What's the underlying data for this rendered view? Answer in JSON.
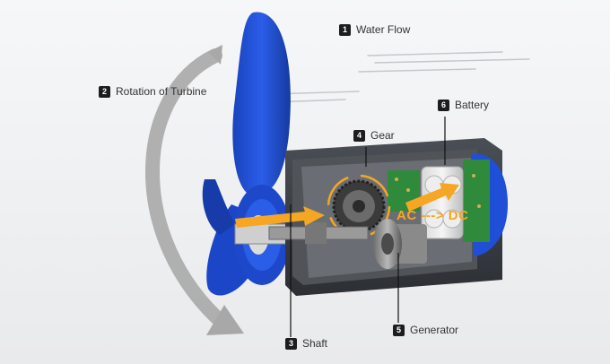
{
  "labels": [
    {
      "number": "1",
      "text": "Water Flow"
    },
    {
      "number": "2",
      "text": "Rotation of Turbine"
    },
    {
      "number": "3",
      "text": "Shaft"
    },
    {
      "number": "4",
      "text": "Gear"
    },
    {
      "number": "5",
      "text": "Generator"
    },
    {
      "number": "6",
      "text": "Battery"
    }
  ],
  "conversion_text": "AC ---> DC",
  "colors": {
    "turbine_blue": "#1f4fd6",
    "arrow_orange": "#f5a623",
    "housing_dark": "#3a3d42",
    "rotation_arrow_gray": "#a8a8a8",
    "pcb_green": "#2f8a3c"
  }
}
